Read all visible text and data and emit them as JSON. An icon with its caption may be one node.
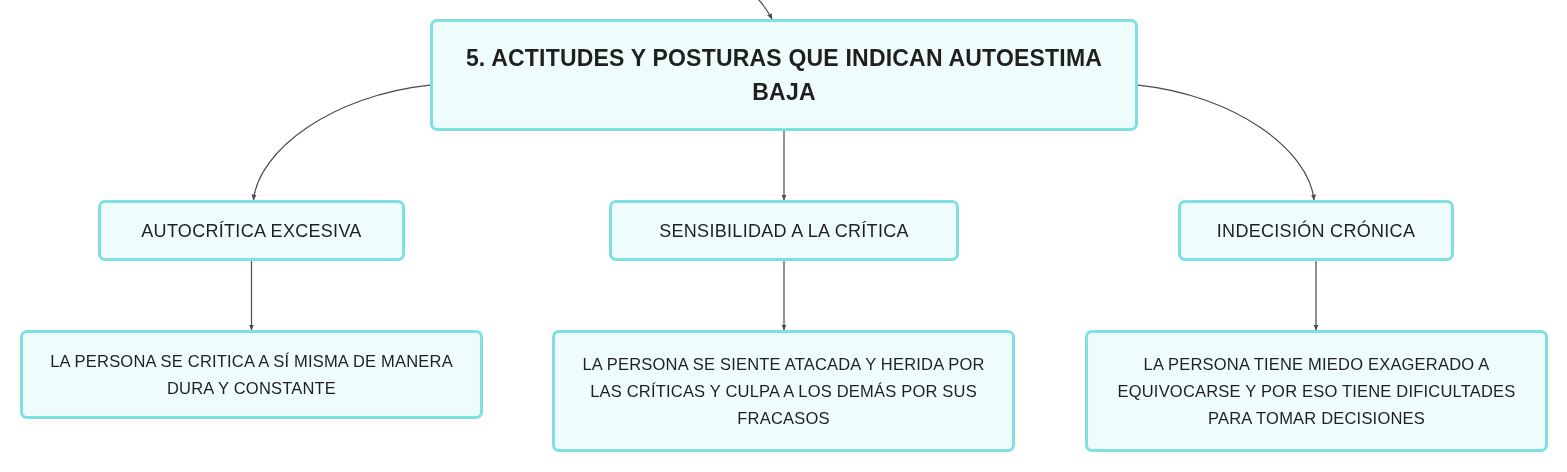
{
  "diagram": {
    "nodes": [
      {
        "text": [
          "5. ACTITUDES Y POSTURAS QUE INDICAN AUTOESTIMA BAJA"
        ]
      },
      {
        "text": [
          "AUTOCRÍTICA EXCESIVA"
        ]
      },
      {
        "text": [
          "SENSIBILIDAD A LA CRÍTICA"
        ]
      },
      {
        "text": [
          "INDECISIÓN CRÓNICA"
        ]
      },
      {
        "text": [
          "LA PERSONA SE CRITICA A SÍ MISMA DE MANERA DURA Y CONSTANTE"
        ]
      },
      {
        "text": [
          "LA PERSONA SE SIENTE ATACADA Y HERIDA POR LAS CRÍTICAS Y CULPA A LOS DEMÁS POR SUS FRACASOS"
        ]
      },
      {
        "text": [
          "LA PERSONA TIENE MIEDO EXAGERADO A EQUIVOCARSE Y POR ESO TIENE DIFICULTADES PARA TOMAR DECISIONES"
        ]
      }
    ],
    "edges": [
      {
        "from": null,
        "to": 0,
        "arrow": "to"
      },
      {
        "from": 0,
        "to": 1,
        "arrow": "to"
      },
      {
        "from": 0,
        "to": 2,
        "arrow": "to"
      },
      {
        "from": 0,
        "to": 3,
        "arrow": "to"
      },
      {
        "from": 1,
        "to": 4,
        "arrow": "to"
      },
      {
        "from": 2,
        "to": 5,
        "arrow": "to"
      },
      {
        "from": 3,
        "to": 6,
        "arrow": "to"
      }
    ]
  }
}
